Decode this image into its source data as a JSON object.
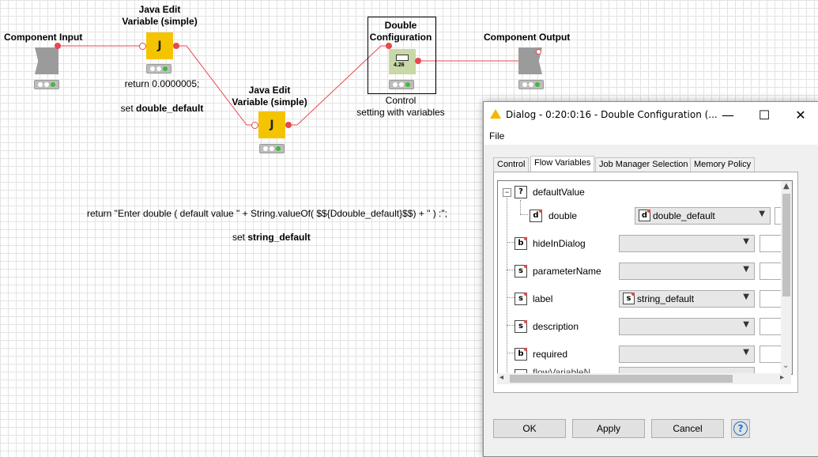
{
  "workflow": {
    "nodes": {
      "component_input": {
        "label": "Component Input"
      },
      "java_edit_1": {
        "label_line1": "Java Edit",
        "label_line2": "Variable (simple)",
        "glyph": "J",
        "annotation_code": "return 0.0000005;",
        "annotation_set_prefix": "set ",
        "annotation_set_var": "double_default"
      },
      "java_edit_2": {
        "label_line1": "Java Edit",
        "label_line2": "Variable (simple)",
        "glyph": "J"
      },
      "double_config": {
        "label_line1": "Double",
        "label_line2": "Configuration",
        "badge": "4.26",
        "desc_line1": "Control",
        "desc_line2": "setting with variables"
      },
      "component_output": {
        "label": "Component Output"
      }
    },
    "annotation2": {
      "code": "return \"Enter double ( default value \" + String.valueOf( $${Ddouble_default}$$) + \" ) :\";",
      "set_prefix": "set ",
      "set_var": "string_default"
    }
  },
  "dialog": {
    "title": "Dialog - 0:20:0:16 - Double Configuration (...",
    "controls": {
      "minimize": "—",
      "maximize": "☐",
      "close": "✕"
    },
    "menu": {
      "file": "File"
    },
    "tabs": [
      "Control",
      "Flow Variables",
      "Job Manager Selection",
      "Memory Policy"
    ],
    "active_tab": "Flow Variables",
    "tree": {
      "default_value": {
        "toggle": "−",
        "icon": "?",
        "label": "defaultValue"
      },
      "double": {
        "icon": "d",
        "label": "double",
        "combo_icon": "d",
        "combo_value": "double_default"
      },
      "rows": [
        {
          "icon": "b",
          "label": "hideInDialog",
          "combo_value": ""
        },
        {
          "icon": "s",
          "label": "parameterName",
          "combo_value": ""
        },
        {
          "icon": "s",
          "label": "label",
          "combo_icon": "s",
          "combo_value": "string_default"
        },
        {
          "icon": "s",
          "label": "description",
          "combo_value": ""
        },
        {
          "icon": "b",
          "label": "required",
          "combo_value": ""
        }
      ],
      "partial_row_label": "flowVariableN..."
    },
    "buttons": {
      "ok": "OK",
      "apply": "Apply",
      "cancel": "Cancel",
      "help": "?"
    }
  },
  "colors": {
    "port_red": "#e84850",
    "java_yellow": "#f5c400",
    "status_green": "#3dbb3d",
    "warning_yellow": "#f2b800"
  }
}
